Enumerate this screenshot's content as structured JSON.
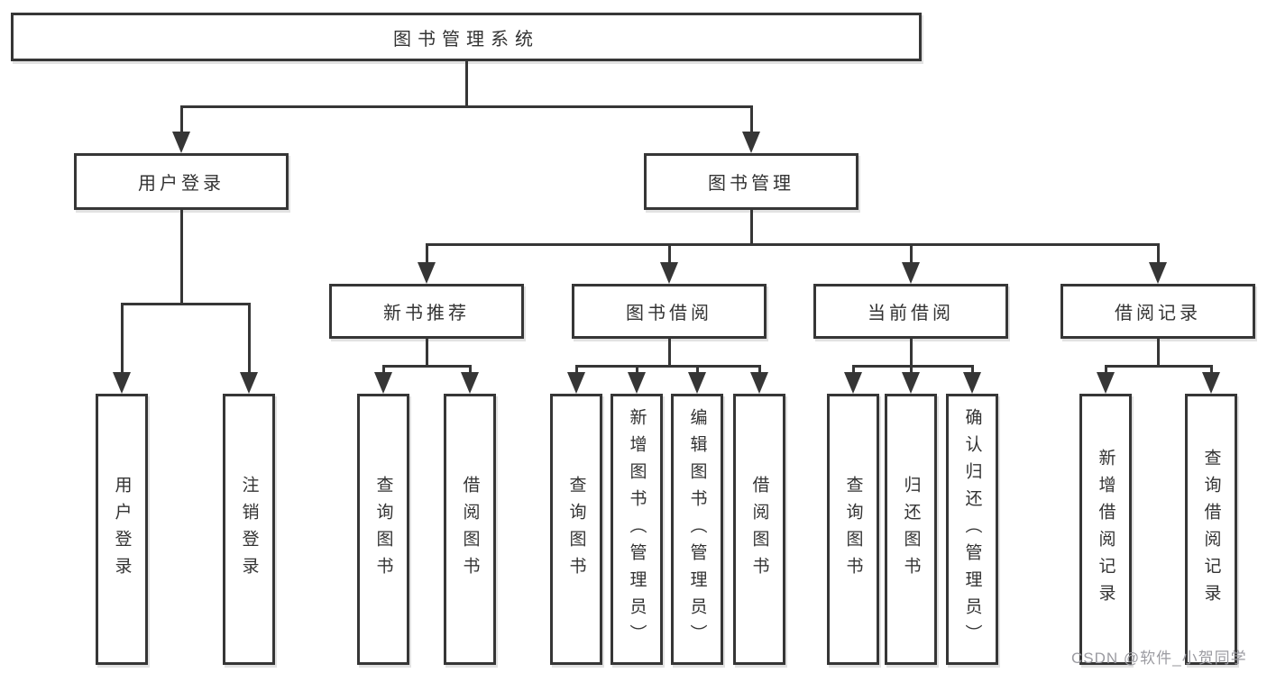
{
  "tree": {
    "root": {
      "label": "图书管理系统"
    },
    "level2": [
      {
        "label": "用户登录"
      },
      {
        "label": "图书管理"
      }
    ],
    "level3": [
      {
        "label": "新书推荐",
        "parent": "图书管理"
      },
      {
        "label": "图书借阅",
        "parent": "图书管理"
      },
      {
        "label": "当前借阅",
        "parent": "图书管理"
      },
      {
        "label": "借阅记录",
        "parent": "图书管理"
      }
    ],
    "leaves": [
      {
        "label": "用户登录",
        "parent": "用户登录"
      },
      {
        "label": "注销登录",
        "parent": "用户登录"
      },
      {
        "label": "查询图书",
        "parent": "新书推荐"
      },
      {
        "label": "借阅图书",
        "parent": "新书推荐"
      },
      {
        "label": "查询图书",
        "parent": "图书借阅"
      },
      {
        "label": "新增图书（管理员）",
        "parent": "图书借阅"
      },
      {
        "label": "编辑图书（管理员）",
        "parent": "图书借阅"
      },
      {
        "label": "借阅图书",
        "parent": "图书借阅"
      },
      {
        "label": "查询图书",
        "parent": "当前借阅"
      },
      {
        "label": "归还图书",
        "parent": "当前借阅"
      },
      {
        "label": "确认归还（管理员）",
        "parent": "当前借阅"
      },
      {
        "label": "新增借阅记录",
        "parent": "借阅记录"
      },
      {
        "label": "查询借阅记录",
        "parent": "借阅记录"
      }
    ]
  },
  "watermark": {
    "text": "CSDN @软件_小贺同学"
  },
  "colors": {
    "line": "#363636",
    "text": "#333333",
    "watermark": "#9b9ba1",
    "background": "#ffffff"
  }
}
